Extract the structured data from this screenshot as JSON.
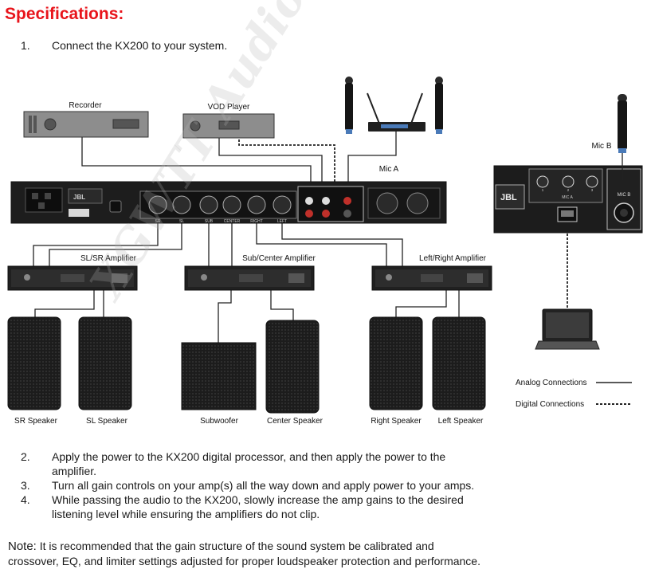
{
  "heading": "Specifications:",
  "steps": [
    {
      "num": "1.",
      "text": "Connect the KX200 to your system."
    },
    {
      "num": "2.",
      "text": "Apply the power to the KX200 digital processor, and then apply the power to the",
      "text2": "amplifier."
    },
    {
      "num": "3.",
      "text": "Turn all gain controls on your amp(s) all the way down and apply power to your amps."
    },
    {
      "num": "4.",
      "text": "While passing the audio to the KX200, slowly increase the amp gains to the desired",
      "text2": "listening level while ensuring the amplifiers do not clip."
    }
  ],
  "note": {
    "label": "Note:",
    "text": " It is recommended that the gain structure of the sound system be calibrated and crossover, EQ, and limiter settings adjusted for proper loudspeaker protection and performance."
  },
  "diagram": {
    "recorder": "Recorder",
    "vod_player": "VOD Player",
    "mic_a": "Mic A",
    "mic_b": "Mic B",
    "amp_sl_sr": "SL/SR Amplifier",
    "amp_sub_center": "Sub/Center Amplifier",
    "amp_left_right": "Left/Right Amplifier",
    "speakers": {
      "sr": "SR Speaker",
      "sl": "SL Speaker",
      "sub": "Subwoofer",
      "center": "Center Speaker",
      "right": "Right Speaker",
      "left": "Left Speaker"
    },
    "legend": {
      "analog": "Analog Connections",
      "digital": "Digital Connections"
    },
    "brand": "JBL",
    "mic_b_panel": "MIC B",
    "mic_a_panel": "MIC A",
    "mic_a_ports": [
      "1",
      "2",
      "3"
    ],
    "xlr_outs": [
      "SR",
      "SL",
      "SUB",
      "CENTER",
      "RIGHT",
      "LEFT"
    ],
    "watermark": "XGWTT Audio Shop."
  }
}
